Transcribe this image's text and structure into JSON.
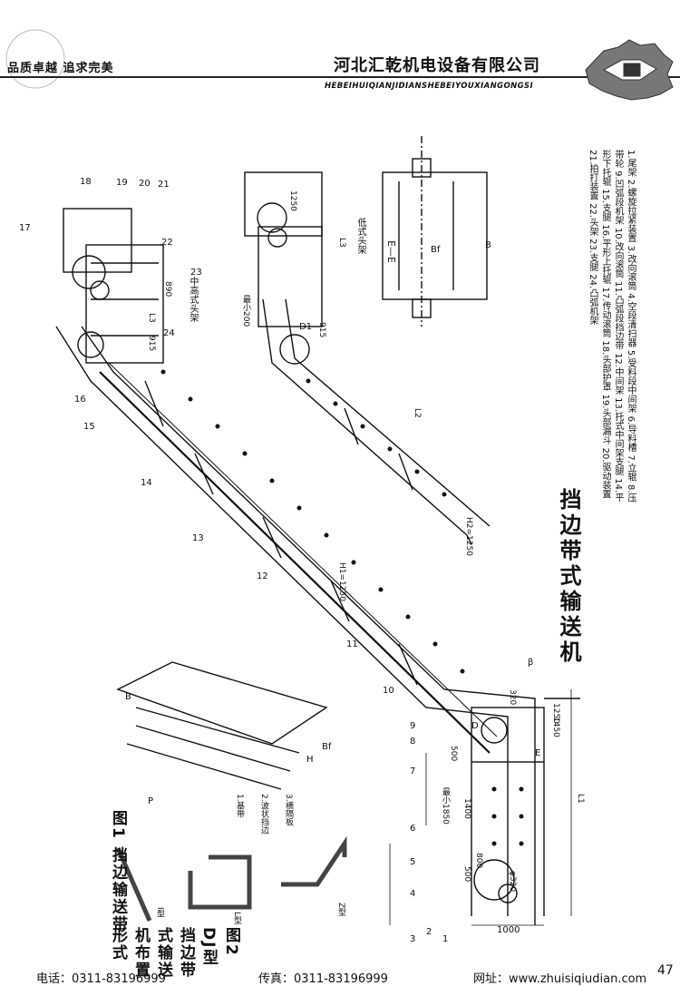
{
  "header": {
    "slogan": "品质卓越 追求完美",
    "company_cn": "河北汇乾机电设备有限公司",
    "company_en": "HEBEIHUIQIANJIDIANSHEBEIYOUXIANGONGSI"
  },
  "title": "挡边带式输送机",
  "legend": "1.尾架 2.螺旋拉紧装置 3.改向滚筒 4.空段清扫器 5.受料段中间架 6.导料槽 7.立辊 8.压带轮 9.凹弧段机架 10.改向滚筒 11.凸弧段挡边带 12.中间架 13.托式中间架支腿 14.平形下托辊 15.支腿 16.平形上托辊 17.传动滚筒 18.头部护罩 19.头部漏斗 20.驱动装置 21.拍打装置 22.头架 23.支腿 24.凸弧机架",
  "head_labels": {
    "mid_high": "中高式头架",
    "low": "低式头架",
    "section": "E—E"
  },
  "fig1": {
    "title": "图1 挡边输送带",
    "parts": [
      "1.基带",
      "2.波状挡边",
      "3.横隔板"
    ]
  },
  "fig2": {
    "title": "图2 DJ型挡边带式输送机布置形式",
    "types": [
      "I型",
      "L型",
      "Z型"
    ]
  },
  "dims": {
    "h1": "H1=1250",
    "h2": "H2=1250",
    "min200": "最小200",
    "min1850": "最小1850",
    "d1400": "1400",
    "d500": "500",
    "d1000": "1000",
    "d800": "800",
    "d500b": "500",
    "d890": "890",
    "d915": "915",
    "d1250": "1250",
    "d320": "320",
    "d1450": "1450",
    "d1250b": "1250",
    "phi320": "φ320",
    "beta": "β",
    "L1": "L1",
    "L2": "L2",
    "L3": "L3",
    "E": "E",
    "B": "B",
    "Bf": "Bf",
    "H": "H",
    "P": "P",
    "D": "D",
    "D1": "D1"
  },
  "callouts": [
    "1",
    "2",
    "3",
    "4",
    "5",
    "6",
    "7",
    "8",
    "9",
    "10",
    "11",
    "12",
    "13",
    "14",
    "15",
    "16",
    "17",
    "18",
    "19",
    "20",
    "21",
    "22",
    "23",
    "24"
  ],
  "footer": {
    "tel": "电话：0311-83196999",
    "fax": "传真：0311-83196999",
    "web": "网址：www.zhuisiqiudian.com",
    "page": "47"
  },
  "colors": {
    "ink": "#111111",
    "hatch": "#444444",
    "paper": "#ffffff"
  }
}
